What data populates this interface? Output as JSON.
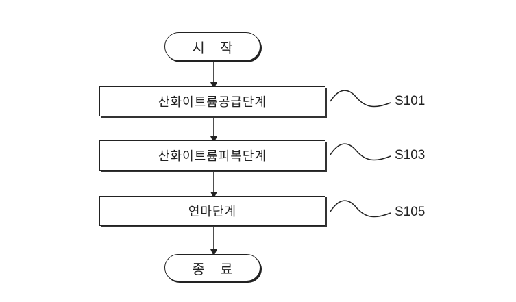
{
  "start": {
    "label": "시 작"
  },
  "steps": [
    {
      "label": "산화이트륨공급단계",
      "ref": "S101"
    },
    {
      "label": "산화이트륨피복단계",
      "ref": "S103"
    },
    {
      "label": "연마단계",
      "ref": "S105"
    }
  ],
  "end": {
    "label": "종 료"
  }
}
